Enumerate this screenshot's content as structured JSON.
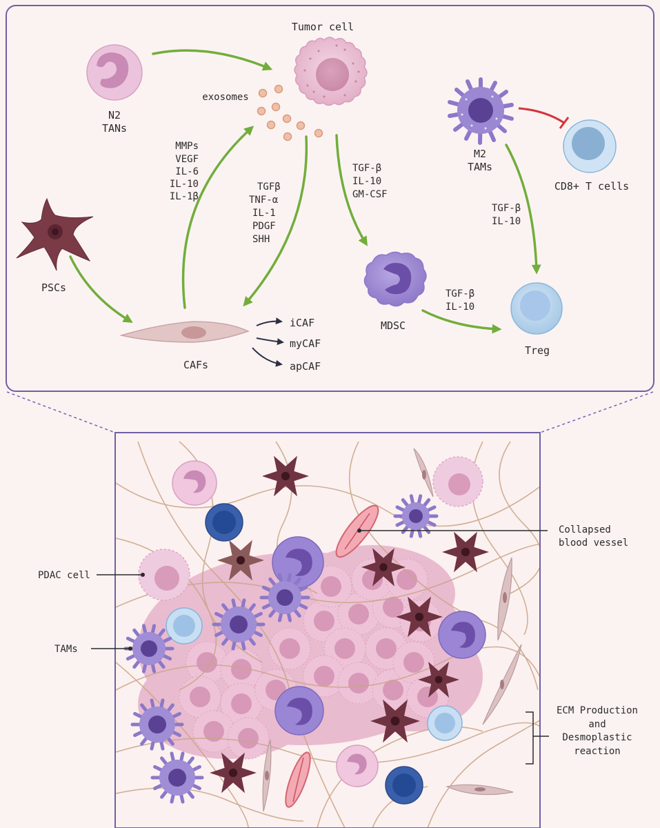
{
  "top_panel": {
    "tumor_cell": "Tumor cell",
    "exosomes": "exosomes",
    "n2_tans": [
      "N2",
      "TANs"
    ],
    "pscs": "PSCs",
    "cafs": "CAFs",
    "caf_subtypes": [
      "iCAF",
      "myCAF",
      "apCAF"
    ],
    "caf_to_tumor_factors": [
      "MMPs",
      "VEGF",
      "IL-6",
      "IL-10",
      "IL-1β"
    ],
    "tumor_to_caf_factors": [
      "TGFβ",
      "TNF-α",
      "IL-1",
      "PDGF",
      "SHH"
    ],
    "tumor_to_mdsc_factors": [
      "TGF-β",
      "IL-10",
      "GM-CSF"
    ],
    "mdsc": "MDSC",
    "mdsc_to_treg_factors": [
      "TGF-β",
      "IL-10"
    ],
    "m2_tams": [
      "M2",
      "TAMs"
    ],
    "m2_to_treg_factors": [
      "TGF-β",
      "IL-10"
    ],
    "cd8_t_cells": "CD8+ T cells",
    "treg": "Treg"
  },
  "bottom_panel": {
    "pdac_cell": "PDAC cell",
    "tams": "TAMs",
    "collapsed_blood_vessel": [
      "Collapsed",
      "blood vessel"
    ],
    "ecm_label": [
      "ECM Production",
      "and",
      "Desmoplastic",
      "reaction"
    ]
  },
  "colors": {
    "frame": "#6f5fa4",
    "arrow_green": "#72ad3c",
    "inhibit_red": "#d4343a",
    "dark_arrow": "#2d2f45",
    "tumor_pink": "#e9bfd3",
    "psc_brown": "#6e3540",
    "tam_purple": "#8c78c9",
    "t_cell_blue": "#b6d4ec"
  }
}
